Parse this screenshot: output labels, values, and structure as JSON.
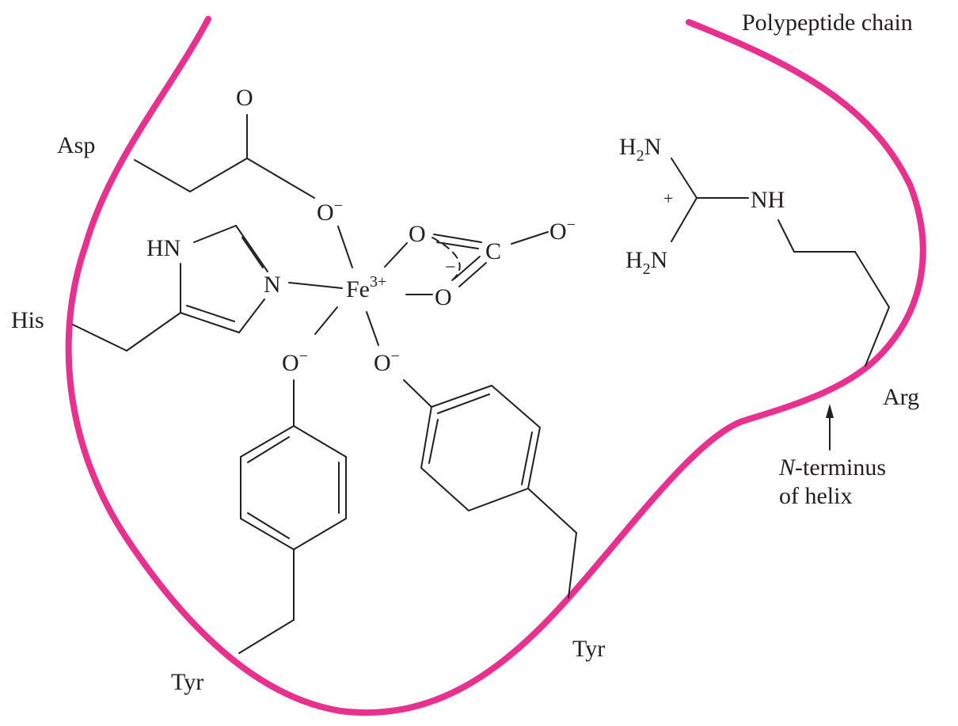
{
  "colors": {
    "chain": "#e8308f",
    "ink": "#231f20"
  },
  "labels": {
    "polypeptide_chain": "Polypeptide chain",
    "asp": "Asp",
    "his": "His",
    "tyr_left": "Tyr",
    "tyr_right": "Tyr",
    "arg": "Arg",
    "n_terminus": "N",
    "n_terminus_rest": "-terminus",
    "of_helix": "of helix"
  },
  "atoms": {
    "asp_carbonyl_o": "O",
    "asp_carboxylate_o": "O",
    "minus": "−",
    "imidazole_hn": "HN",
    "imidazole_n": "N",
    "iron": "Fe",
    "iron_charge": "3+",
    "carbonate_o_top": "O",
    "carbonate_o_bottom": "O",
    "carbonate_c": "C",
    "carbonate_o_right": "O",
    "carbonate_partial_charge": "−",
    "tyr_left_o": "O",
    "tyr_right_o": "O",
    "guanidinium_h2n_top_h": "H",
    "guanidinium_h2n_top_sub": "2",
    "guanidinium_h2n_top_n": "N",
    "guanidinium_h2n_bottom_h": "H",
    "guanidinium_h2n_bottom_sub": "2",
    "guanidinium_h2n_bottom_n": "N",
    "guanidinium_plus": "+",
    "guanidinium_nh": "NH"
  }
}
